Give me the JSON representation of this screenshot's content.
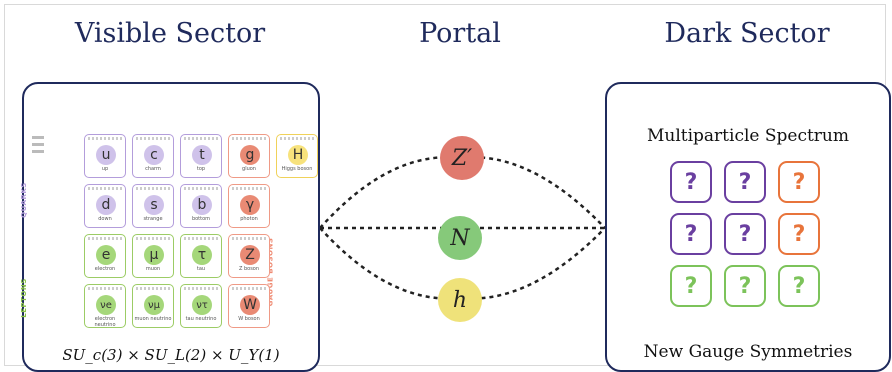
{
  "headings": {
    "visible": "Visible Sector",
    "portal": "Portal",
    "dark": "Dark Sector"
  },
  "visible_sector": {
    "formula": "SU_c(3) × SU_L(2) × U_Y(1)",
    "quarks_label": "QUARKS",
    "leptons_label": "LEPTONS",
    "gauge_bosons_label": "GAUGE BOSONS",
    "particles": [
      {
        "symbol": "u",
        "name": "up",
        "group": "quark"
      },
      {
        "symbol": "c",
        "name": "charm",
        "group": "quark"
      },
      {
        "symbol": "t",
        "name": "top",
        "group": "quark"
      },
      {
        "symbol": "g",
        "name": "gluon",
        "group": "gauge"
      },
      {
        "symbol": "H",
        "name": "Higgs boson",
        "group": "higgs"
      },
      {
        "symbol": "d",
        "name": "down",
        "group": "quark"
      },
      {
        "symbol": "s",
        "name": "strange",
        "group": "quark"
      },
      {
        "symbol": "b",
        "name": "bottom",
        "group": "quark"
      },
      {
        "symbol": "γ",
        "name": "photon",
        "group": "gauge"
      },
      {
        "symbol": "e",
        "name": "electron",
        "group": "lepton"
      },
      {
        "symbol": "μ",
        "name": "muon",
        "group": "lepton"
      },
      {
        "symbol": "τ",
        "name": "tau",
        "group": "lepton"
      },
      {
        "symbol": "Z",
        "name": "Z boson",
        "group": "gauge"
      },
      {
        "symbol": "νe",
        "name": "electron neutrino",
        "group": "lepton"
      },
      {
        "symbol": "νμ",
        "name": "muon neutrino",
        "group": "lepton"
      },
      {
        "symbol": "ντ",
        "name": "tau neutrino",
        "group": "lepton"
      },
      {
        "symbol": "W",
        "name": "W boson",
        "group": "gauge"
      }
    ]
  },
  "portal": {
    "nodes": [
      {
        "label": "Z′",
        "color": "#e07a6e"
      },
      {
        "label": "N",
        "color": "#86c97a"
      },
      {
        "label": "h",
        "color": "#efe27a"
      }
    ]
  },
  "dark_sector": {
    "spectrum_title": "Multiparticle Spectrum",
    "gauge_title": "New Gauge Symmetries",
    "box_label": "?",
    "colors": {
      "purple": "#6a3fa0",
      "orange": "#e8743b",
      "green": "#7cc35a"
    }
  }
}
